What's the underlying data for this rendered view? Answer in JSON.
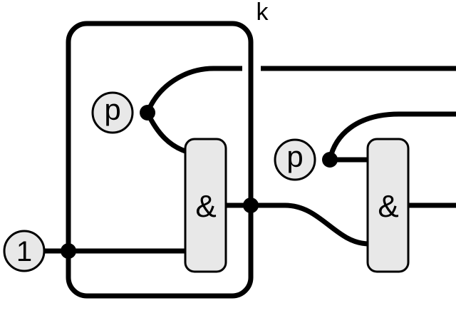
{
  "colors": {
    "stroke": "#000000",
    "node_fill": "#e8e8e8",
    "background": "#ffffff"
  },
  "box": {
    "label": "k"
  },
  "nodes": {
    "one": {
      "label": "1"
    },
    "p_inner": {
      "label": "p"
    },
    "p_outer": {
      "label": "p"
    }
  },
  "gates": {
    "and_inner": {
      "label": "&"
    },
    "and_outer": {
      "label": "&"
    }
  }
}
